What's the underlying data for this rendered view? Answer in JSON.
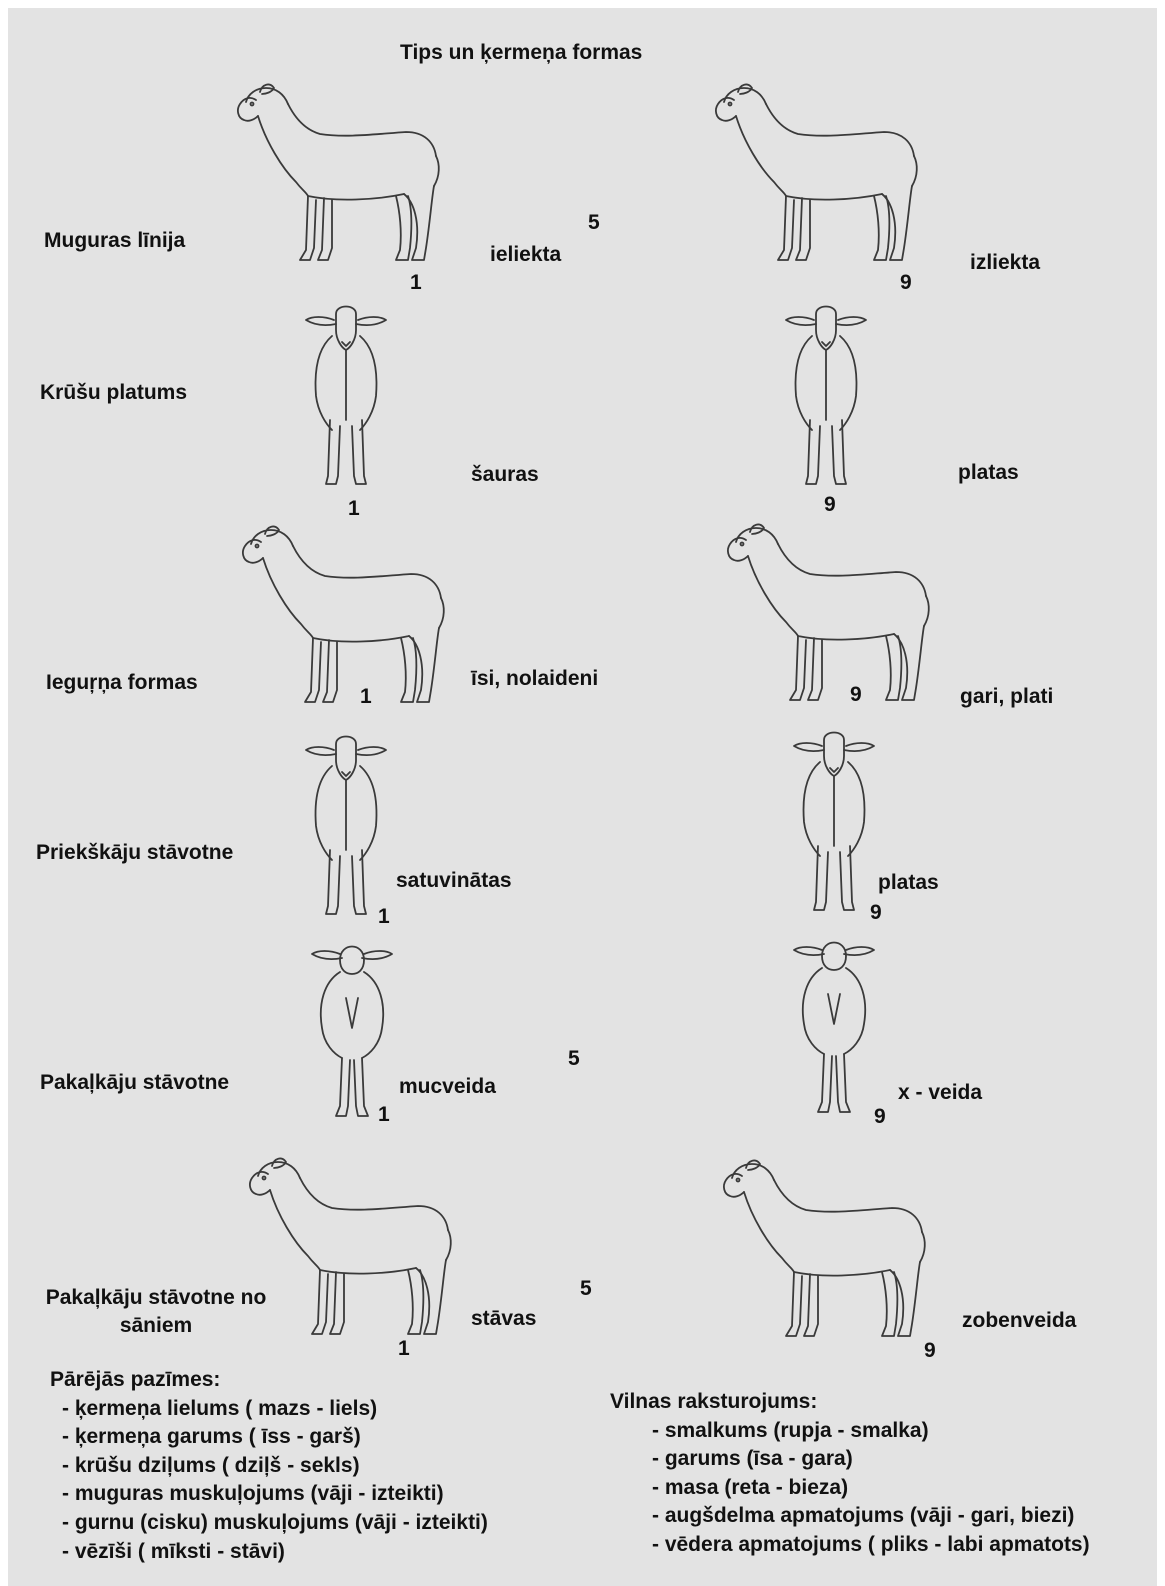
{
  "title": "Tips un ķermeņa formas",
  "rows": [
    {
      "label": "Muguras līnija",
      "left_word": "ieliekta",
      "left_score": "1",
      "mid_score": "5",
      "right_word": "izliekta",
      "right_score": "9"
    },
    {
      "label": "Krūšu platums",
      "left_word": "šauras",
      "left_score": "1",
      "right_word": "platas",
      "right_score": "9"
    },
    {
      "label": "Ieguŗņa formas",
      "left_word": "īsi, nolaideni",
      "left_score": "1",
      "right_word": "gari, plati",
      "right_score": "9"
    },
    {
      "label": "Priekškāju stāvotne",
      "left_word": "satuvinātas",
      "left_score": "1",
      "right_word": "platas",
      "right_score": "9"
    },
    {
      "label": "Pakaļkāju stāvotne",
      "left_word": "mucveida",
      "left_score": "1",
      "mid_score": "5",
      "right_word": "x - veida",
      "right_score": "9"
    },
    {
      "label_line1": "Pakaļkāju stāvotne no",
      "label_line2": "sāniem",
      "left_word": "stāvas",
      "left_score": "1",
      "mid_score": "5",
      "right_word": "zobenveida",
      "right_score": "9"
    }
  ],
  "other_traits": {
    "heading": "Pārējās pazīmes:",
    "items": [
      "- ķermeņa lielums ( mazs - liels)",
      "- ķermeņa garums ( īss - garš)",
      "- krūšu dziļums ( dziļš - sekls)",
      "- muguras muskuļojums (vāji - izteikti)",
      "- gurnu (cisku) muskuļojums (vāji - izteikti)",
      "- vēzīši ( mīksti - stāvi)"
    ]
  },
  "wool": {
    "heading": "Vilnas raksturojums:",
    "items": [
      "- smalkums (rupja - smalka)",
      "- garums (īsa - gara)",
      "- masa (reta - bieza)",
      "- augšdelma apmatojums (vāji - gari, biezi)",
      "- vēdera apmatojums ( pliks - labi apmatots)"
    ]
  },
  "icons": [
    "sheep-side-icon",
    "sheep-front-icon",
    "sheep-rear-icon"
  ]
}
